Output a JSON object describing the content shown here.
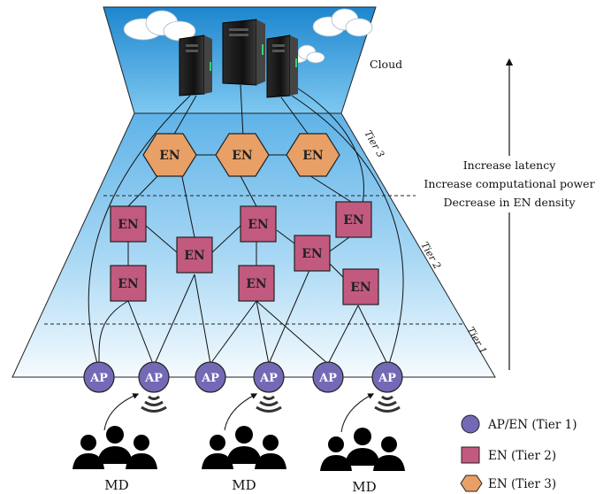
{
  "cloud_label": "Cloud",
  "tiers": {
    "tier3": "Tier 3",
    "tier2": "Tier 2",
    "tier1": "Tier 1"
  },
  "side_notes": [
    "Increase latency",
    "Increase computational power",
    "Decrease in EN density"
  ],
  "node_labels": {
    "en": "EN",
    "ap": "AP"
  },
  "md_label": "MD",
  "legend": [
    {
      "label": "AP/EN (Tier 1)",
      "shape": "circle",
      "color": "#7469b6"
    },
    {
      "label": "EN (Tier 2)",
      "shape": "square",
      "color": "#c25a7f"
    },
    {
      "label": "EN (Tier 3)",
      "shape": "hexagon",
      "color": "#e8a066"
    }
  ],
  "colors": {
    "sky_top": "#1d86cf",
    "sky_bottom": "#7ec8f0",
    "tier_fill_top": "#5fb3e8",
    "tier_fill_bottom": "#f5fbfe",
    "ap": "#7469b6",
    "en2": "#c25a7f",
    "en3": "#e8a066"
  }
}
